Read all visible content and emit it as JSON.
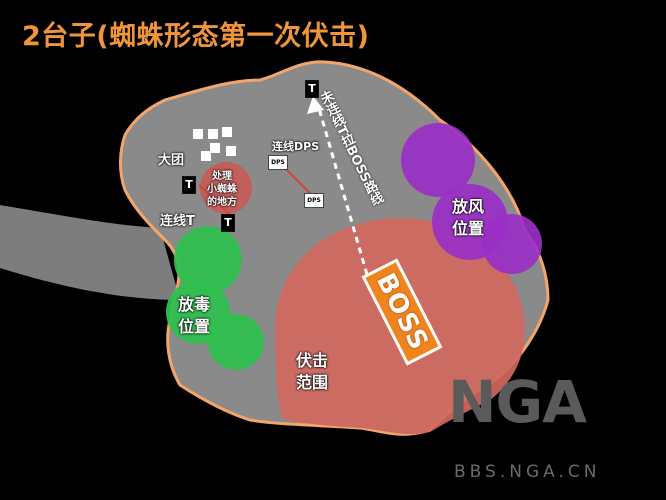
{
  "title": "2台子(蜘蛛形态第一次伏击)",
  "labels": {
    "da_tuan": "大团",
    "handle_spiders": [
      "处理",
      "小蜘蛛",
      "的地方"
    ],
    "link_t": "连线T",
    "link_dps": "连线DPS",
    "drag_path": "未连线T拉BOSS路线",
    "wind": [
      "放风",
      "位置"
    ],
    "poison": [
      "放毒",
      "位置"
    ],
    "ambush": [
      "伏击",
      "范围"
    ]
  },
  "markers": {
    "tank": "T",
    "dps": "DPS",
    "boss": "BOSS"
  },
  "watermark": {
    "logo": "NGA",
    "url": "BBS.NGA.CN"
  },
  "colors": {
    "title": "#f0953a",
    "platform": "#8a8a8a",
    "platform_border": "#f3a56a",
    "boss": "#f08520",
    "ambush_zone": "#d0685e",
    "wind_zone": "#9a2fc6",
    "poison_zone": "#2fbf4f",
    "link_line": "#d9443a"
  }
}
